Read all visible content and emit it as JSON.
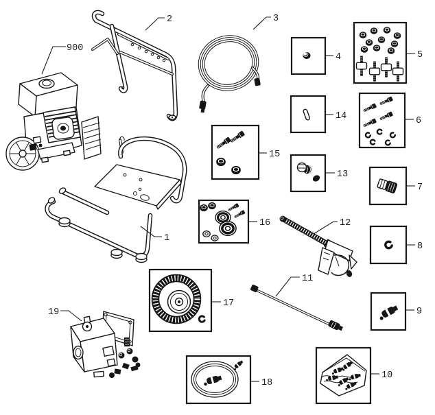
{
  "figure": {
    "kind": "exploded parts diagram",
    "product": "pressure washer",
    "background": "#ffffff",
    "line_color": "#1c1c1c",
    "dark_fill": "#161616"
  },
  "callouts": {
    "c900": {
      "label": "900",
      "part": "engine"
    },
    "c2": {
      "label": "2",
      "part": "handle"
    },
    "c3": {
      "label": "3",
      "part": "high-pressure hose"
    },
    "c4": {
      "label": "4",
      "part": "bushing"
    },
    "c5": {
      "label": "5",
      "part": "nut and isolator kit"
    },
    "c14": {
      "label": "14",
      "part": "pin"
    },
    "c6": {
      "label": "6",
      "part": "bolt and clip kit"
    },
    "c15": {
      "label": "15",
      "part": "bolt and nut kit"
    },
    "c13": {
      "label": "13",
      "part": "fitting and cap kit"
    },
    "c7": {
      "label": "7",
      "part": "coupling"
    },
    "c1": {
      "label": "1",
      "part": "cart frame"
    },
    "c16": {
      "label": "16",
      "part": "bearing kit"
    },
    "c12": {
      "label": "12",
      "part": "spray gun"
    },
    "c8": {
      "label": "8",
      "part": "clip"
    },
    "c11": {
      "label": "11",
      "part": "wand extension"
    },
    "c9": {
      "label": "9",
      "part": "nozzle fitting"
    },
    "c17": {
      "label": "17",
      "part": "wheel kit"
    },
    "c19": {
      "label": "19",
      "part": "pump"
    },
    "c18": {
      "label": "18",
      "part": "o-ring kit"
    },
    "c10": {
      "label": "10",
      "part": "nozzle bag kit"
    }
  }
}
